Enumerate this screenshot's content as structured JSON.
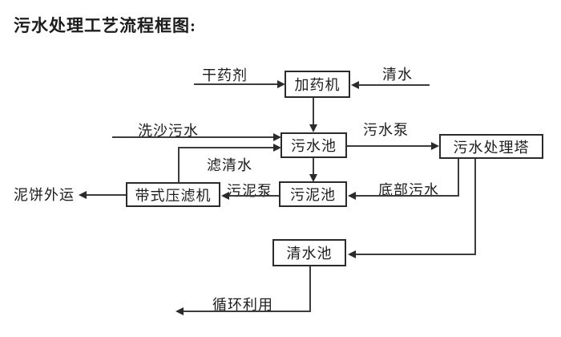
{
  "title": "污水处理工艺流程框图:",
  "nodes": {
    "dosing_machine": "加药机",
    "sewage_pool": "污水池",
    "treatment_tower": "污水处理塔",
    "sludge_pool": "污泥池",
    "belt_filter_press": "带式压滤机",
    "clean_water_pool": "清水池"
  },
  "flow_labels": {
    "dry_chemical": "干药剂",
    "clean_water": "清水",
    "sand_washing_sewage": "洗沙污水",
    "sewage_pump": "污水泵",
    "filtered_water": "滤清水",
    "sludge_pump": "污泥泵",
    "bottom_sewage": "底部污水",
    "mud_cake_out": "泥饼外运",
    "recycling": "循环利用"
  },
  "colors": {
    "background": "#ffffff",
    "line": "#3c3c3c",
    "node_border": "#2b2b2b",
    "text": "#1c1c1c"
  }
}
